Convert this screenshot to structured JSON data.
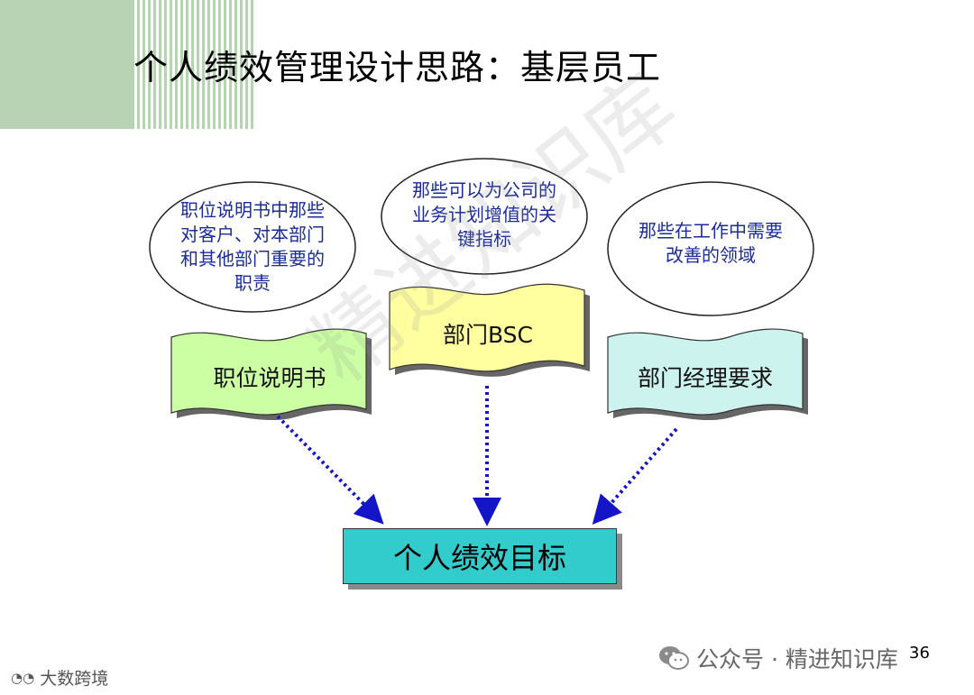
{
  "title": "个人绩效管理设计思路：基层员工",
  "watermark": "精进知识库",
  "ellipses": [
    {
      "text": "职位说明书中那些对客户、对本部门和其他部门重要的职责"
    },
    {
      "text": "那些可以为公司的业务计划增值的关键指标"
    },
    {
      "text": "那些在工作中需要改善的领域"
    }
  ],
  "banners": [
    {
      "label": "职位说明书",
      "color": "#ccffa3"
    },
    {
      "label": "部门BSC",
      "color": "#ffffa0"
    },
    {
      "label": "部门经理要求",
      "color": "#cdf3ef"
    }
  ],
  "goal": {
    "label": "个人绩效目标",
    "color": "#33cccc"
  },
  "footer": {
    "wechat": "公众号 · 精进知识库",
    "page_number": "36",
    "logo": "大数跨境"
  },
  "colors": {
    "arrow": "#1515c8",
    "ellipse_text": "#1b2c9a"
  }
}
